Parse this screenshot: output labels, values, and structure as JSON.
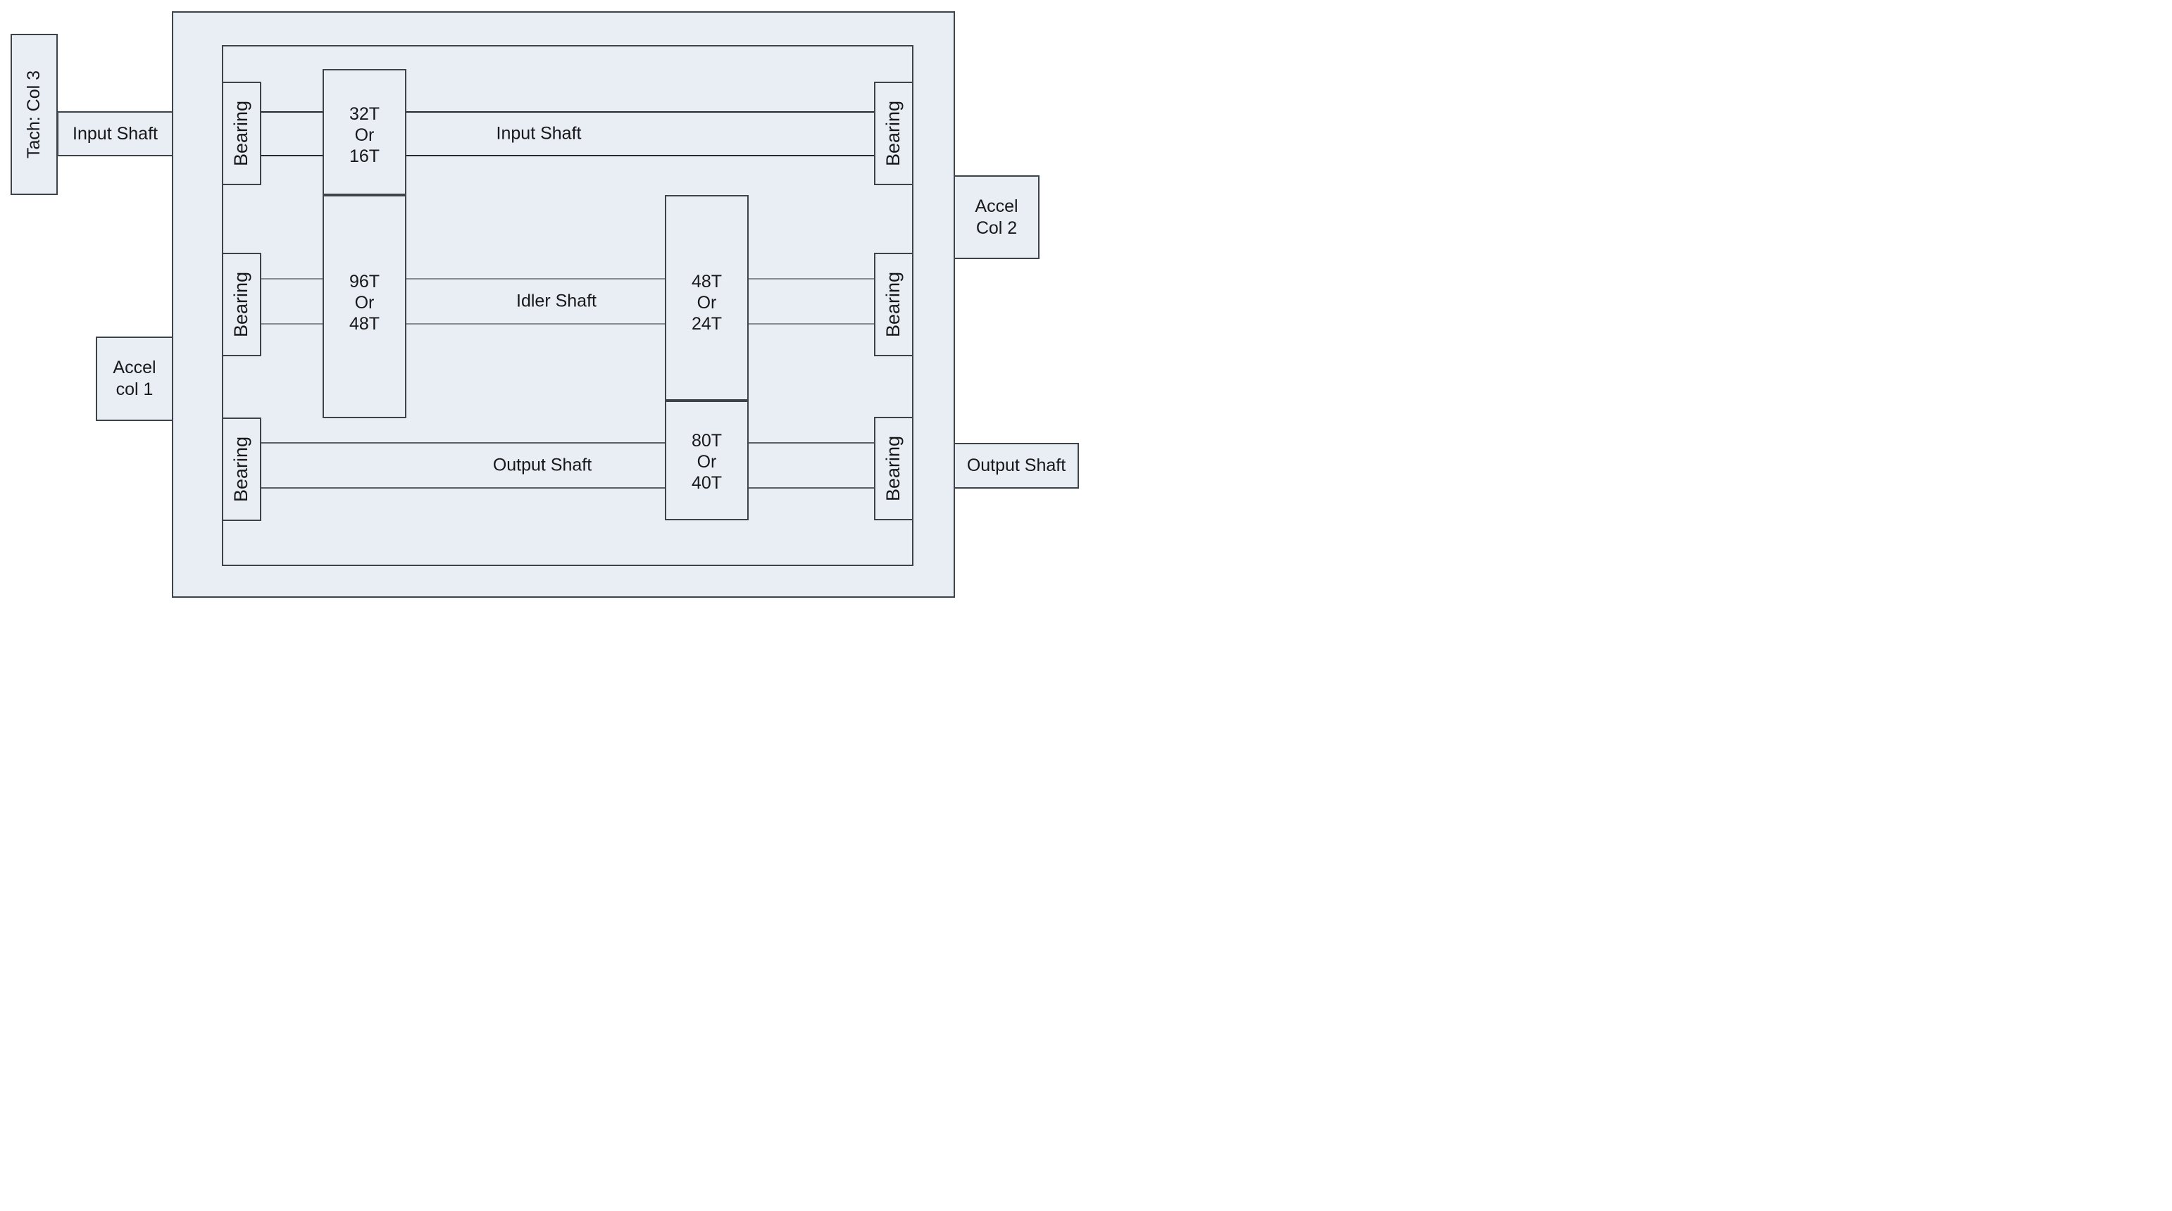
{
  "diagram": {
    "external": {
      "tach_box": {
        "label": "Tach: Col 3"
      },
      "input_connector": {
        "label": "Input Shaft"
      },
      "accel_col1": {
        "line1": "Accel",
        "line2": "col 1"
      },
      "accel_col2": {
        "line1": "Accel",
        "line2": "Col 2"
      },
      "output_connector": {
        "label": "Output Shaft"
      }
    },
    "shafts": {
      "input": {
        "label": "Input Shaft"
      },
      "idler": {
        "label": "Idler Shaft"
      },
      "output": {
        "label": "Output Shaft"
      }
    },
    "bearing_label": "Bearing",
    "gears": [
      {
        "name": "input-gear",
        "lines": [
          "32T",
          "Or",
          "16T"
        ]
      },
      {
        "name": "idler-large-gear",
        "lines": [
          "96T",
          "Or",
          "48T"
        ]
      },
      {
        "name": "idler-small-gear",
        "lines": [
          "48T",
          "Or",
          "24T"
        ]
      },
      {
        "name": "output-gear",
        "lines": [
          "80T",
          "Or",
          "40T"
        ]
      }
    ],
    "colors": {
      "background": "#ffffff",
      "fill": "#e9edf4",
      "border": "#3d434b",
      "input_shaft_line": "#26292e",
      "idler_shaft_line": "#848b94",
      "output_shaft_line": "#5a5f66",
      "text": "#17181a"
    }
  }
}
